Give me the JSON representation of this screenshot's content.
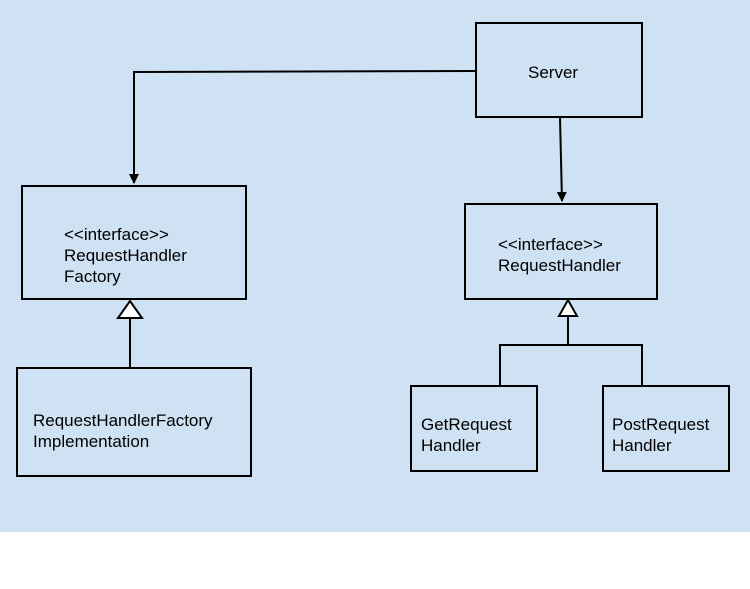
{
  "nodes": {
    "server": {
      "lines": [
        "Server"
      ]
    },
    "factory_interface": {
      "lines": [
        "<<interface>>",
        "RequestHandler",
        "Factory"
      ]
    },
    "factory_impl": {
      "lines": [
        "RequestHandlerFactory",
        "Implementation"
      ]
    },
    "handler_interface": {
      "lines": [
        "<<interface>>",
        "RequestHandler"
      ]
    },
    "get_handler": {
      "lines": [
        "GetRequest",
        "Handler"
      ]
    },
    "post_handler": {
      "lines": [
        "PostRequest",
        "Handler"
      ]
    }
  },
  "colors": {
    "canvas": "#cfe2f3",
    "stroke": "#000000",
    "page": "#ffffff"
  }
}
